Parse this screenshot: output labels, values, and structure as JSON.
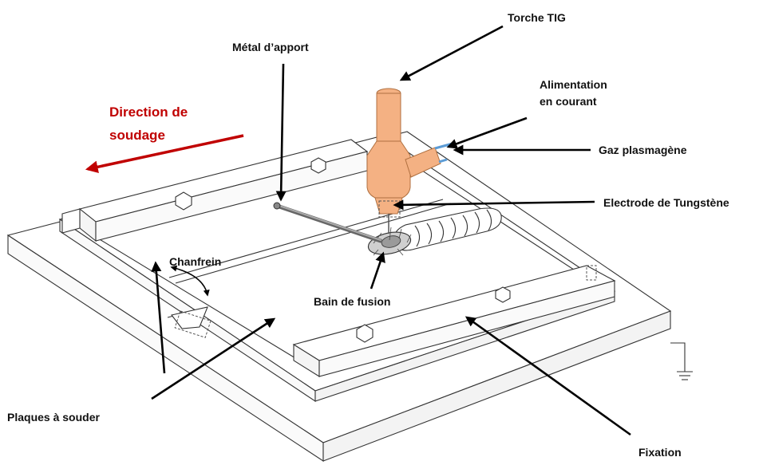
{
  "labels": {
    "torche": "Torche TIG",
    "metal": "Métal d’apport",
    "alim_line1": "Alimentation",
    "alim_line2": "en courant",
    "gaz": "Gaz plasmagène",
    "electrode": "Electrode de Tungstène",
    "direction_line1": "Direction de",
    "direction_line2": "soudage",
    "chanfrein": "Chanfrein",
    "bain": "Bain de fusion",
    "plaques": "Plaques à souder",
    "fixation": "Fixation"
  },
  "colors": {
    "direction": "#c00000",
    "torch": "#f4b183",
    "torch_stroke": "#b07040",
    "gas_tube": "#5b9bd5",
    "arrow": "#000000"
  },
  "icons": {
    "ground": "ground-icon",
    "bolt": "bolt-icon"
  }
}
